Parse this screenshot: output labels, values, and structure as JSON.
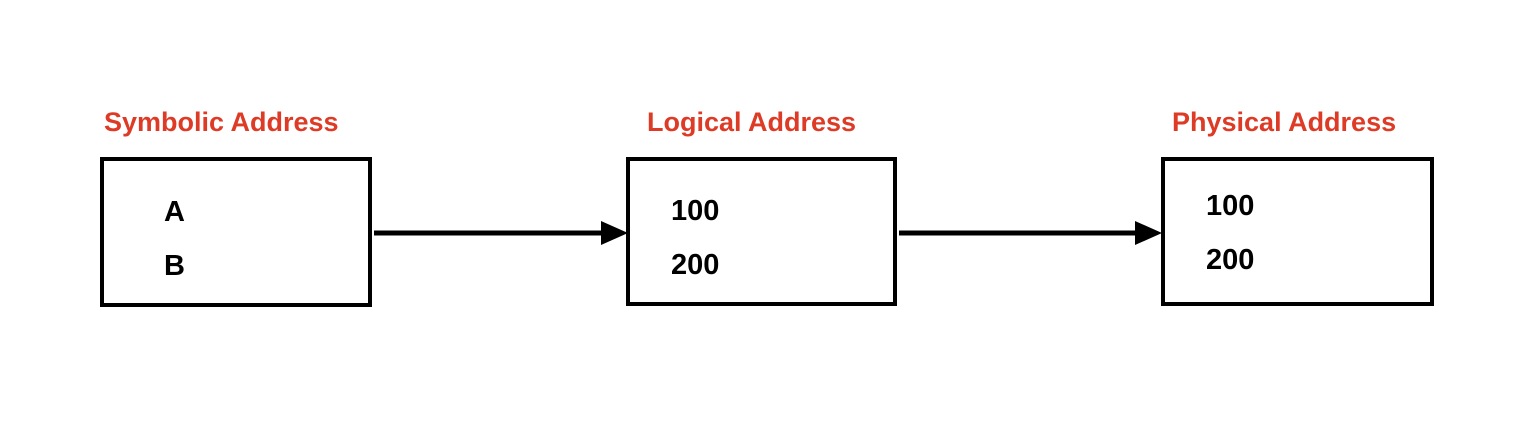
{
  "diagram": {
    "background_color": "#ffffff",
    "title_color": "#de3b26",
    "line_color": "#000000",
    "nodes": [
      {
        "title": "Symbolic Address",
        "items": [
          "A",
          "B"
        ]
      },
      {
        "title": "Logical Address",
        "items": [
          "100",
          "200"
        ]
      },
      {
        "title": "Physical Address",
        "items": [
          "100",
          "200"
        ]
      }
    ],
    "arrows": [
      {
        "from": "Symbolic Address",
        "to": "Logical Address"
      },
      {
        "from": "Logical Address",
        "to": "Physical Address"
      }
    ]
  }
}
